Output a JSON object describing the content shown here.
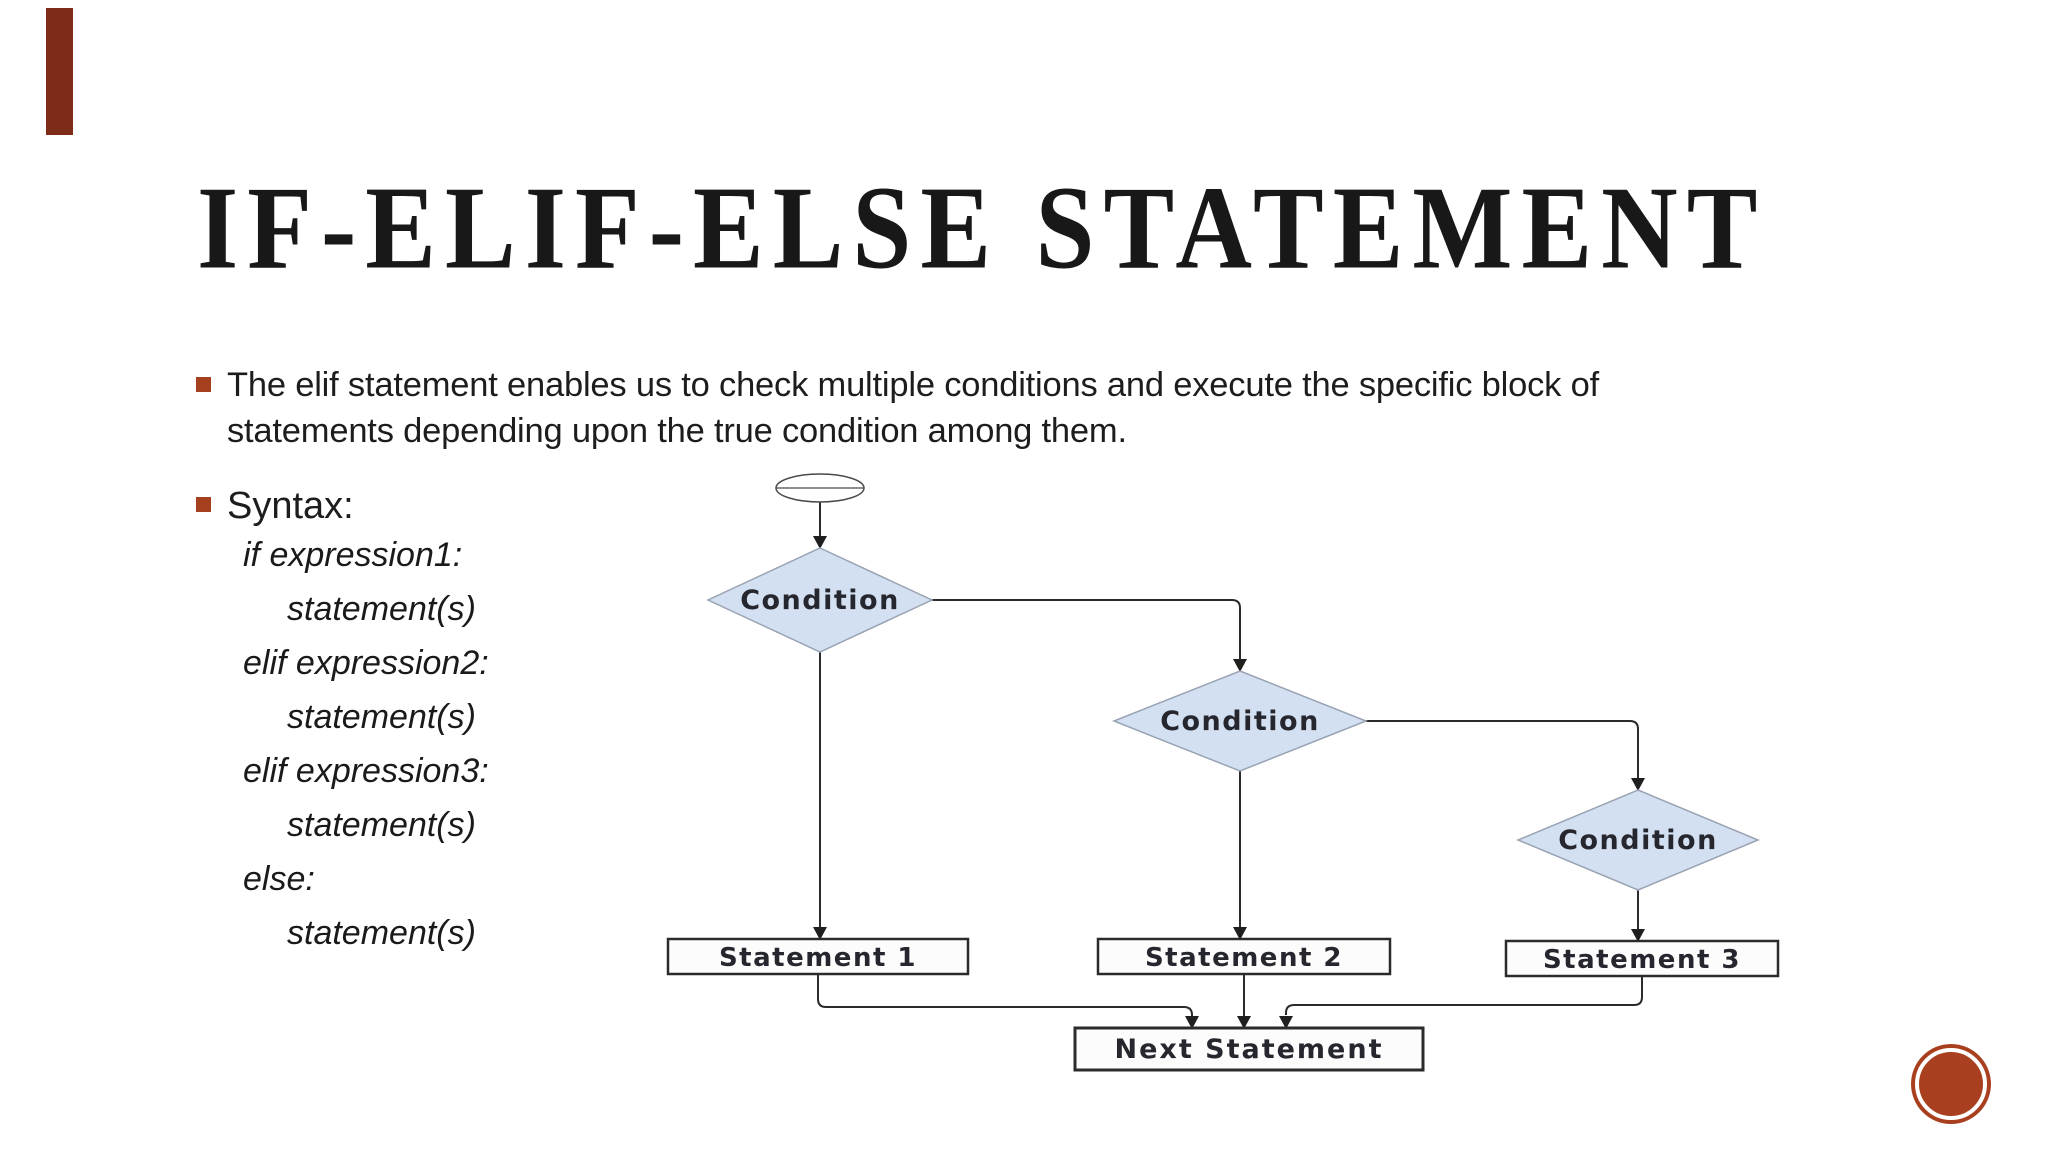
{
  "slide": {
    "title": "IF-ELIF-ELSE STATEMENT",
    "bullet1": "The elif statement enables us to check multiple conditions and execute the specific block of statements depending upon the true condition among them.",
    "bullet2": "Syntax:",
    "syntax_lines": [
      "if expression1:",
      "statement(s)",
      "elif expression2:",
      "statement(s)",
      "elif expression3:",
      "statement(s)",
      "else:",
      "statement(s)"
    ]
  },
  "flowchart": {
    "type": "flowchart",
    "start_node": "start-terminator-oval",
    "condition1": "Condition",
    "condition2": "Condition",
    "condition3": "Condition",
    "statement1": "Statement 1",
    "statement2": "Statement 2",
    "statement3": "Statement 3",
    "next": "Next Statement",
    "edges": [
      "start -> condition1",
      "condition1 -> statement1",
      "condition1 -> condition2",
      "condition2 -> statement2",
      "condition2 -> condition3",
      "condition3 -> statement3",
      "statement1 -> next-statement",
      "statement2 -> next-statement",
      "statement3 -> next-statement"
    ]
  },
  "colors": {
    "accent_circle": "#A8401F",
    "accent_bar": "#7E2B1A",
    "bullet_square": "#A5401F",
    "diamond_fill": "#D3E0F2",
    "diamond_stroke": "#99A3B2",
    "flow_line": "#2B2B2B",
    "box_fill": "#FCFCFC",
    "title_text": "#181818",
    "body_text": "#1D1D1D"
  }
}
